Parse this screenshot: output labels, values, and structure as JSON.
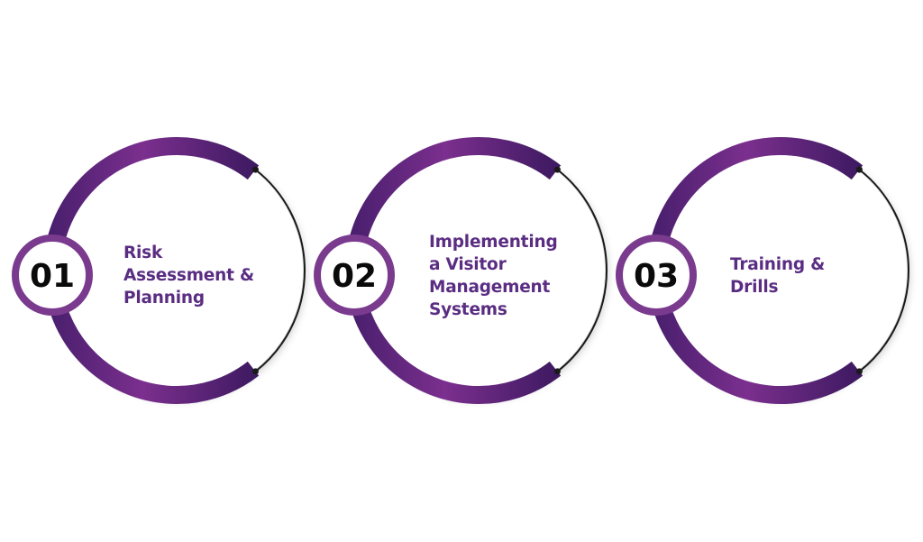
{
  "diagram": {
    "type": "numbered-steps",
    "colors": {
      "arc_dark": "#4a1f6e",
      "arc_light": "#7b2f8e",
      "badge_ring": "#7a3a8e",
      "label_text": "#5a2d82",
      "number_text": "#0a0a0a",
      "connector_line": "#1a1a1a",
      "background": "#ffffff"
    },
    "steps": [
      {
        "number": "01",
        "label": "Risk\nAssessment &\nPlanning"
      },
      {
        "number": "02",
        "label": "Implementing\na Visitor\nManagement\nSystems"
      },
      {
        "number": "03",
        "label": "Training &\nDrills"
      }
    ]
  }
}
